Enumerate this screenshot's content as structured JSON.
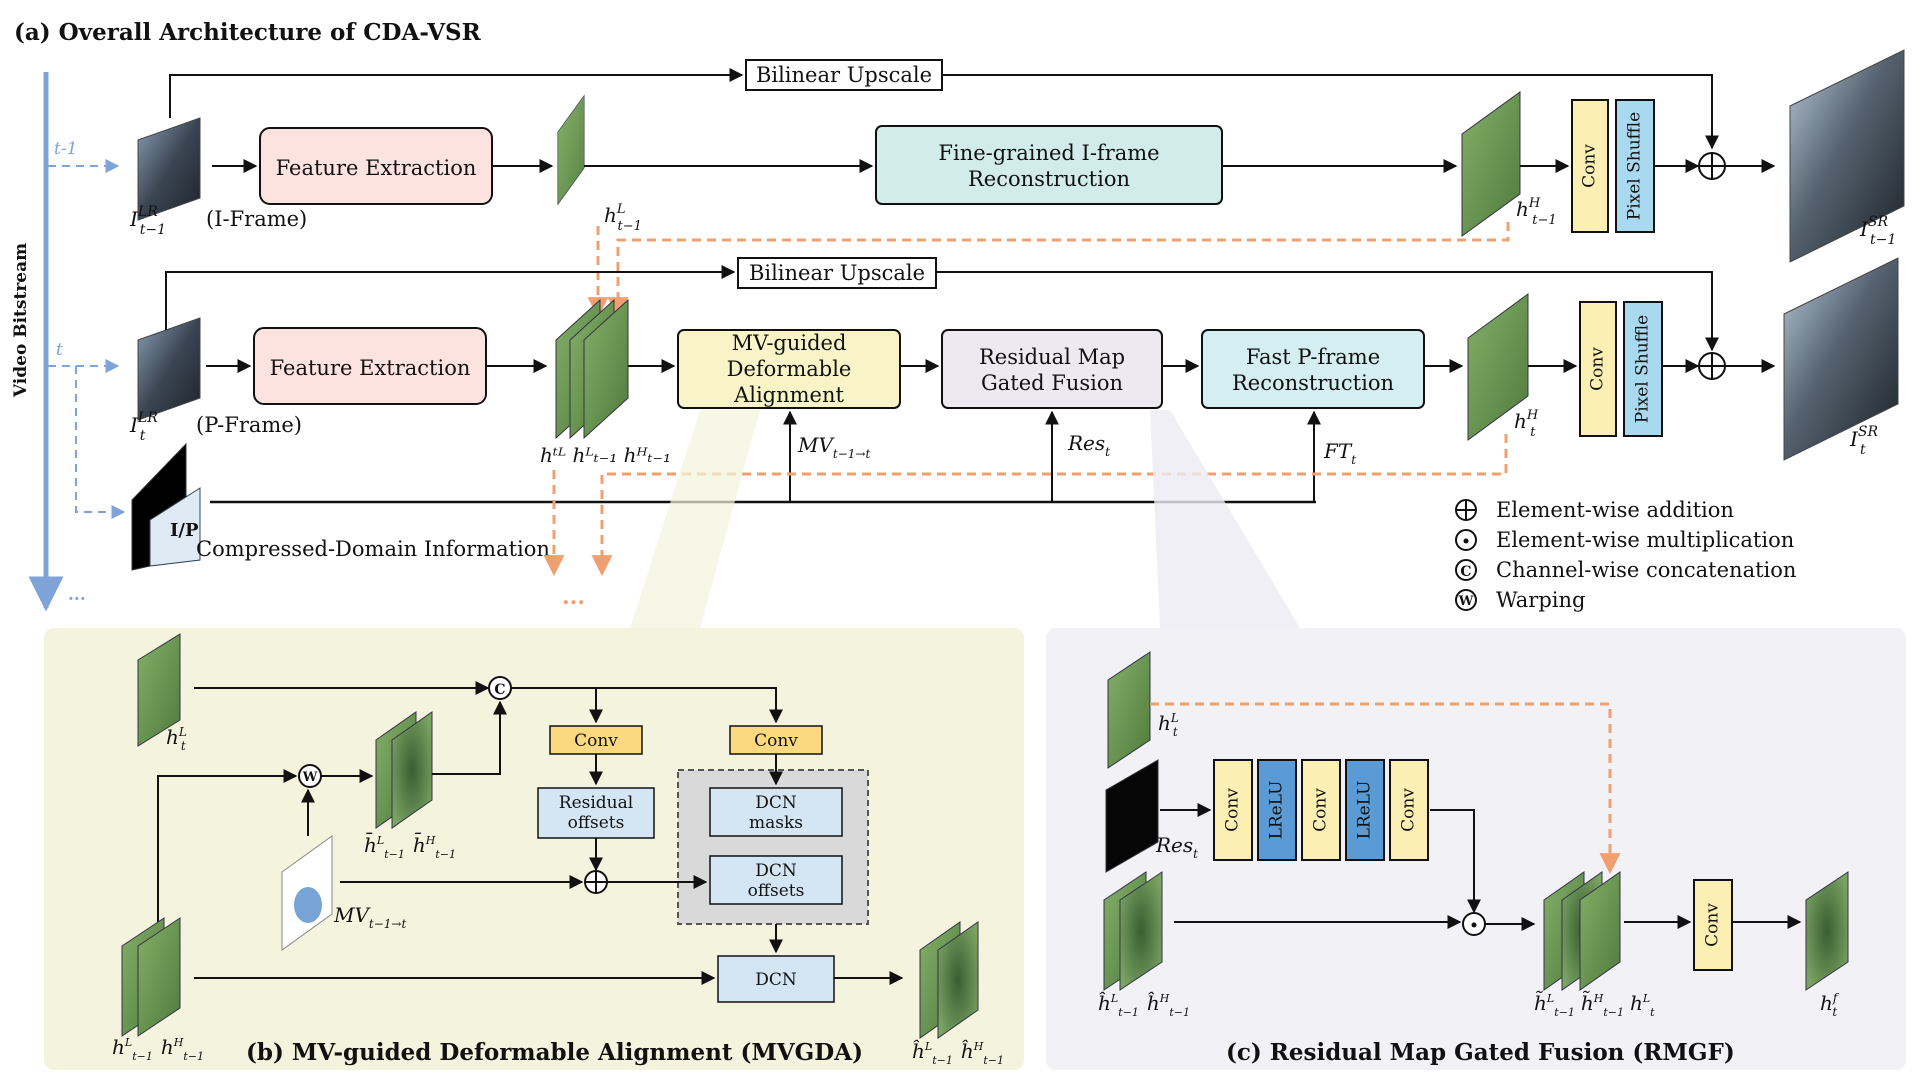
{
  "title": "(a) Overall Architecture of  CDA-VSR",
  "video_bitstream_label": "Video Bitstream",
  "time_labels": {
    "prev": "t-1",
    "curr": "t",
    "more": "...",
    "dots_bottom": "..."
  },
  "top_row": {
    "bilinear": "Bilinear Upscale",
    "feature_extraction": "Feature Extraction",
    "fine_grained": [
      "Fine-grained I-frame",
      "Reconstruction"
    ],
    "input_label": "I",
    "input_sup": "LR",
    "input_sub": "t−1",
    "input_tag": "(I-Frame)",
    "feat_label": "h",
    "feat_sup": "L",
    "feat_sub": "t−1",
    "hr_feat_sup": "H",
    "hr_feat_sub": "t−1",
    "conv": "Conv",
    "pixel_shuffle": "Pixel Shuffle",
    "output_label": "I",
    "output_sup": "SR",
    "output_sub": "t−1"
  },
  "mid_row": {
    "bilinear": "Bilinear Upscale",
    "feature_extraction": "Feature Extraction",
    "mvgda": [
      "MV-guided",
      "Deformable",
      "Alignment"
    ],
    "rmgf": [
      "Residual Map",
      "Gated Fusion"
    ],
    "fast": [
      "Fast P-frame",
      "Reconstruction"
    ],
    "input_tag": "(P-Frame)",
    "stack_labels": "hᵗᴸ hᴸₜ₋₁ hᴴₜ₋₁",
    "mv_label": "MV",
    "mv_sub": "t−1→t",
    "res_label": "Res",
    "res_sub": "t",
    "ft_label": "FT",
    "ft_sub": "t",
    "conv": "Conv",
    "pixel_shuffle": "Pixel Shuffle",
    "cdi": "Compressed-Domain Information",
    "ip_icon": "I/P",
    "output_sub": "t",
    "hr_sub": "t"
  },
  "legend": [
    {
      "symbol": "+",
      "text": "Element-wise addition"
    },
    {
      "symbol": "·",
      "text": "Element-wise multiplication"
    },
    {
      "symbol": "C",
      "text": "Channel-wise concatenation"
    },
    {
      "symbol": "W",
      "text": "Warping"
    }
  ],
  "panel_b": {
    "caption": "(b) MV-guided Deformable Alignment (MVGDA)",
    "conv1": "Conv",
    "conv2": "Conv",
    "residual": [
      "Residual",
      "offsets"
    ],
    "dcn_masks": [
      "DCN",
      "masks"
    ],
    "dcn_offsets": [
      "DCN",
      "offsets"
    ],
    "dcn": "DCN",
    "concat": "C",
    "warp": "W",
    "mv_label": "MV",
    "mv_sub": "t−1→t"
  },
  "panel_c": {
    "caption": "(c) Residual Map Gated Fusion (RMGF)",
    "layers": [
      "Conv",
      "LReLU",
      "Conv",
      "LReLU",
      "Conv"
    ],
    "conv_out": "Conv",
    "res_label": "Res",
    "res_sub": "t"
  },
  "colors": {
    "pink": "#fde3e0",
    "teal": "#d2ecec",
    "yellow_box": "#f8f4c8",
    "lavender": "#ece9f1",
    "cyan_box": "#d4eef2",
    "feature_green": "#6d9a56",
    "conv_yellow": "#fbefb3",
    "lrelu_blue": "#5b9bd5",
    "pixelshuffle_blue": "#a9d9ee",
    "panel_b_bg": "#f4f3de",
    "panel_c_bg": "#f2f1f6",
    "orange_dash": "#f0a070",
    "bitstream_blue": "#7fa3d8"
  }
}
